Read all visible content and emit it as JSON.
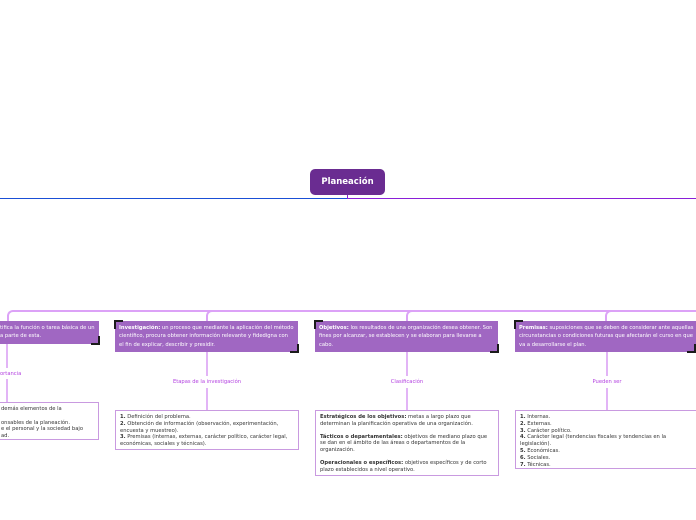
{
  "root": {
    "title": "Planeación"
  },
  "branches": [
    {
      "topic_lead": "",
      "topic_text": "tifica la función o tarea básica de un a parte de esta.",
      "label": "ortancia",
      "details": [
        "demás elementos de la",
        "",
        "onsables de la planeación.",
        "e el personal y la sociedad bajo",
        "ad."
      ]
    },
    {
      "topic_lead": "Investigación:",
      "topic_text": " un proceso que mediante la aplicación del método científico, procura obtener información relevante y fidedigna con el fin de explicar, describir y presidir.",
      "label": "Etapas de la investigación",
      "items": [
        {
          "num": "1.",
          "text": " Definición del problema."
        },
        {
          "num": "2.",
          "text": " Obtención de información (observación, experimentación, encuesta y muestreo)."
        },
        {
          "num": "3.",
          "text": " Premisas (internas, externas, carácter político, carácter legal, económicas, sociales y técnicas)."
        }
      ]
    },
    {
      "topic_lead": "Objetivos:",
      "topic_text": " los resultados de una organización desea obtener. Son fines por alcanzar, se establecen y se elaboran para llevarse a cabo.",
      "label": "Clasificación",
      "paras": [
        {
          "lead": "Estratégicos de los objetivos:",
          "text": " metas a largo plazo que determinan la planificación operativa de una organización."
        },
        {
          "lead": "Tácticos o departamentales:",
          "text": " objetivos de mediano plazo que se dan en el ámbito de las áreas o departamentos de la organización."
        },
        {
          "lead": "Operacionales o específicos:",
          "text": " objetivos específicos y de corto plazo establecidos a nivel operativo."
        }
      ]
    },
    {
      "topic_lead": "Premisas:",
      "topic_text": " suposiciones que se deben de considerar ante aquellas circunstancias o condiciones futuras que afectarán el curso en que va a desarrollarse el plan.",
      "label": "Pueden ser",
      "items": [
        {
          "num": "1.",
          "text": " Internas."
        },
        {
          "num": "2.",
          "text": " Externas."
        },
        {
          "num": "3.",
          "text": " Carácter político."
        },
        {
          "num": "4.",
          "text": " Carácter legal (tendencias fiscales y tendencias en la legislación)."
        },
        {
          "num": "5.",
          "text": " Económicas."
        },
        {
          "num": "6.",
          "text": " Sociales."
        },
        {
          "num": "7.",
          "text": " Técnicas."
        }
      ]
    }
  ],
  "colors": {
    "root": "#6a2c91",
    "topic": "#a067c2",
    "connector": "#dca2f7",
    "label": "#b341e0"
  }
}
